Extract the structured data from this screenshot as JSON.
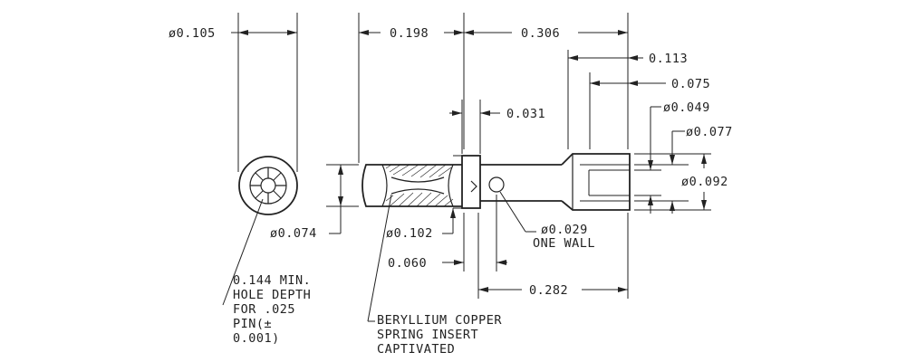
{
  "dimensions": {
    "end_view_diameter": "ø0.105",
    "end_view_inner_diameter": "ø0.074",
    "sleeve_length": "0.198",
    "pin_section_length": "0.306",
    "tail_length": "0.113",
    "tail_inner_length": "0.075",
    "flange_thickness": "0.031",
    "hole_diameter": "ø0.049",
    "tail_outer_diameter": "ø0.077",
    "collar_diameter": "ø0.092",
    "flange_diameter": "ø0.102",
    "cross_hole": "ø0.029",
    "cross_hole_note": "ONE WALL",
    "flange_offset": "0.060",
    "overall_length": "0.282"
  },
  "notes": {
    "hole_depth": [
      "0.144 MIN.",
      "HOLE DEPTH",
      "FOR .025",
      "PIN(±",
      "0.001)"
    ],
    "insert": [
      "BERYLLIUM COPPER",
      "SPRING INSERT",
      "CAPTIVATED"
    ]
  }
}
